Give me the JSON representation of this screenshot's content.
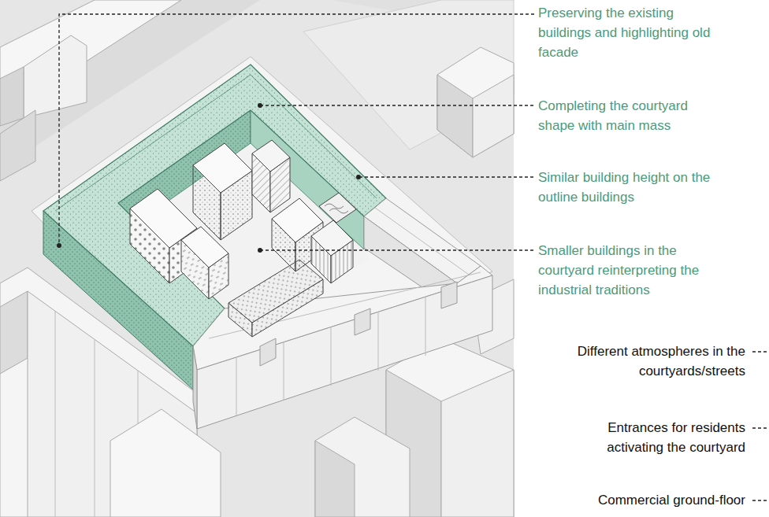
{
  "diagram": {
    "labels": [
      "Preserving the existing buildings and highlighting old facade",
      "Completing the courtyard shape with main mass",
      "Similar building height on the outline buildings",
      "Smaller buildings in the courtyard reinterpreting the industrial traditions",
      "Different atmospheres in the courtyards/streets",
      "Entrances for residents activating the courtyard",
      "Commercial ground-floor"
    ]
  }
}
